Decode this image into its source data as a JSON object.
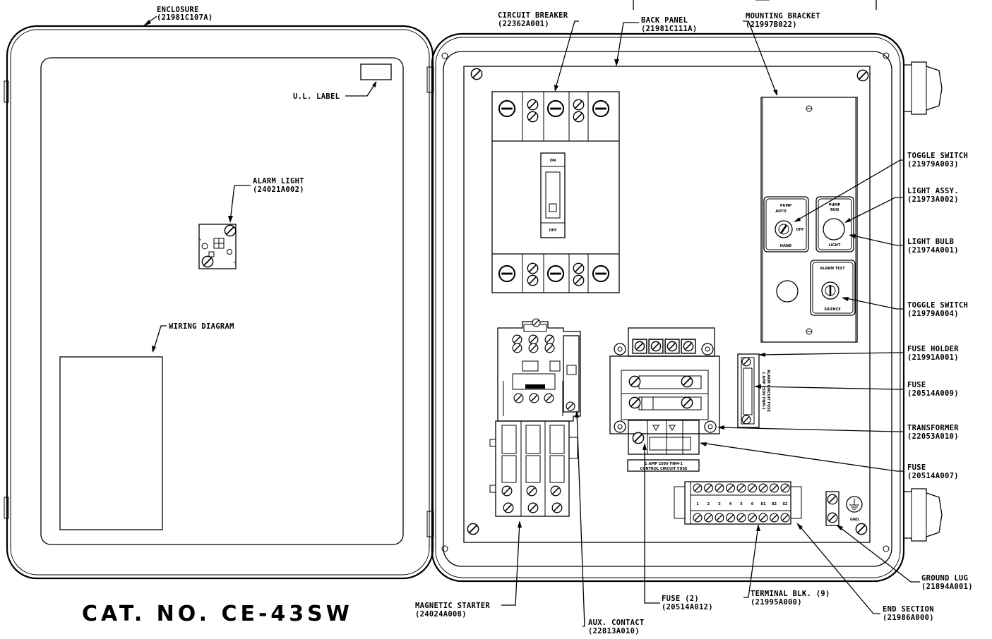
{
  "catalog_number": "CAT. NO. CE-43SW",
  "callouts": {
    "enclosure": [
      "ENCLOSURE",
      "(21981C107A)"
    ],
    "ul_label": [
      "U.L. LABEL"
    ],
    "alarm_light": [
      "ALARM LIGHT",
      "(24021A002)"
    ],
    "wiring_diagram": [
      "WIRING DIAGRAM"
    ],
    "circuit_breaker": [
      "CIRCUIT BREAKER",
      "(22362A001)"
    ],
    "back_panel": [
      "BACK PANEL",
      "(21981C111A)"
    ],
    "mounting_bracket": [
      "MOUNTING BRACKET",
      "(21997B022)"
    ],
    "toggle_switch_1": [
      "TOGGLE SWITCH",
      "(21979A003)"
    ],
    "light_assy": [
      "LIGHT ASSY.",
      "(21973A002)"
    ],
    "light_bulb": [
      "LIGHT BULB",
      "(21974A001)"
    ],
    "toggle_switch_2": [
      "TOGGLE SWITCH",
      "(21979A004)"
    ],
    "fuse_holder": [
      "FUSE HOLDER",
      "(21991A001)"
    ],
    "fuse_1": [
      "FUSE",
      "(20514A009)"
    ],
    "transformer": [
      "TRANSFORMER",
      "(22053A010)"
    ],
    "fuse_2": [
      "FUSE",
      "(20514A007)"
    ],
    "ground_lug": [
      "GROUND LUG",
      "(21894A001)"
    ],
    "end_section": [
      "END SECTION",
      "(21986A000)"
    ],
    "terminal_block": [
      "TERMINAL BLK. (9)",
      "(21995A000)"
    ],
    "fuse_3": [
      "FUSE (2)",
      "(20514A012)"
    ],
    "aux_contact": [
      "AUX. CONTACT",
      "(22813A010)"
    ],
    "magnetic_starter": [
      "MAGNETIC STARTER",
      "(24024A008)"
    ]
  },
  "part_markings": {
    "breaker_on": "ON",
    "breaker_off": "OFF",
    "switch1_top": "PUMP",
    "switch1_auto": "AUTO",
    "switch1_off": "OFF",
    "switch1_hand": "HAND",
    "light_top": "PUMP",
    "light_run": "RUN",
    "light_bottom": "LIGHT",
    "switch2_top": "ALARM TEST",
    "switch2_bottom": "SILENCE",
    "fuse_tag_1": "1 AMP 250V FNM-1",
    "fuse_tag_2": "CONTROL CIRCUIT FUSE",
    "holder_tag_1": "1 AMP 250V FNM-1",
    "holder_tag_2": "ALARM CIRCUIT FUSE",
    "gnd": "GND.",
    "terminal_numbers": [
      "1",
      "2",
      "3",
      "4",
      "5",
      "6",
      "81",
      "82",
      "S2"
    ]
  }
}
